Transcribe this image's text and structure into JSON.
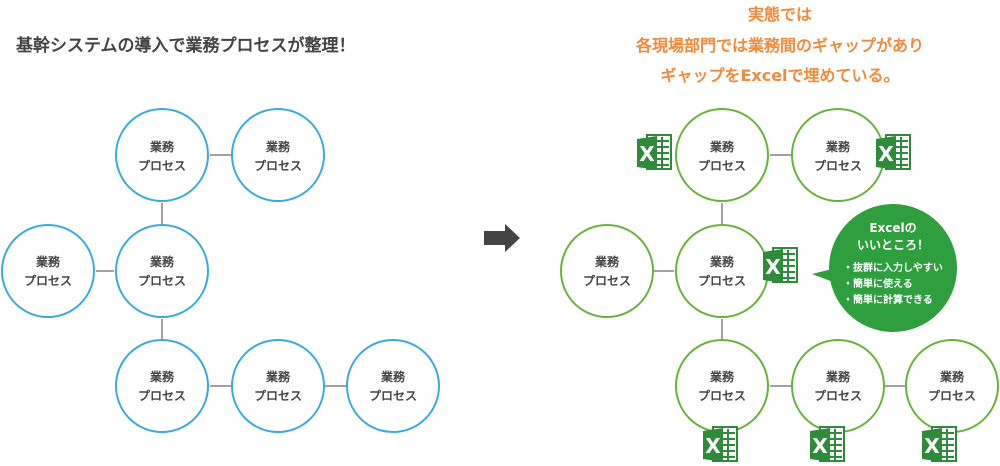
{
  "left": {
    "heading": "基幹システムの導入で業務プロセスが整理！",
    "color": "#3aa9e0",
    "nodes": [
      {
        "id": "l1",
        "line1": "業務",
        "line2": "プロセス"
      },
      {
        "id": "l2",
        "line1": "業務",
        "line2": "プロセス"
      },
      {
        "id": "l3",
        "line1": "業務",
        "line2": "プロセス"
      },
      {
        "id": "l4",
        "line1": "業務",
        "line2": "プロセス"
      },
      {
        "id": "l5",
        "line1": "業務",
        "line2": "プロセス"
      },
      {
        "id": "l6",
        "line1": "業務",
        "line2": "プロセス"
      },
      {
        "id": "l7",
        "line1": "業務",
        "line2": "プロセス"
      }
    ]
  },
  "arrow": {
    "icon": "arrow-right-icon",
    "color": "#444444"
  },
  "right": {
    "heading_lines": [
      "実態では",
      "各現場部門では業務間のギャップがあり",
      "ギャップをExcelで埋めている。"
    ],
    "color": "#67b33a",
    "heading_color": "#f08a3c",
    "nodes": [
      {
        "id": "r1",
        "line1": "業務",
        "line2": "プロセス"
      },
      {
        "id": "r2",
        "line1": "業務",
        "line2": "プロセス"
      },
      {
        "id": "r3",
        "line1": "業務",
        "line2": "プロセス"
      },
      {
        "id": "r4",
        "line1": "業務",
        "line2": "プロセス"
      },
      {
        "id": "r5",
        "line1": "業務",
        "line2": "プロセス"
      },
      {
        "id": "r6",
        "line1": "業務",
        "line2": "プロセス"
      },
      {
        "id": "r7",
        "line1": "業務",
        "line2": "プロセス"
      }
    ],
    "excel_icons": {
      "icon": "excel-icon",
      "letter": "X",
      "color": "#2e8b3a"
    },
    "bubble": {
      "title_lines": [
        "Excelの",
        "いいところ！"
      ],
      "items": [
        "・抜群に入力しやすい",
        "・簡単に使える",
        "・簡単に計算できる"
      ],
      "color": "#2e9e3e"
    }
  }
}
